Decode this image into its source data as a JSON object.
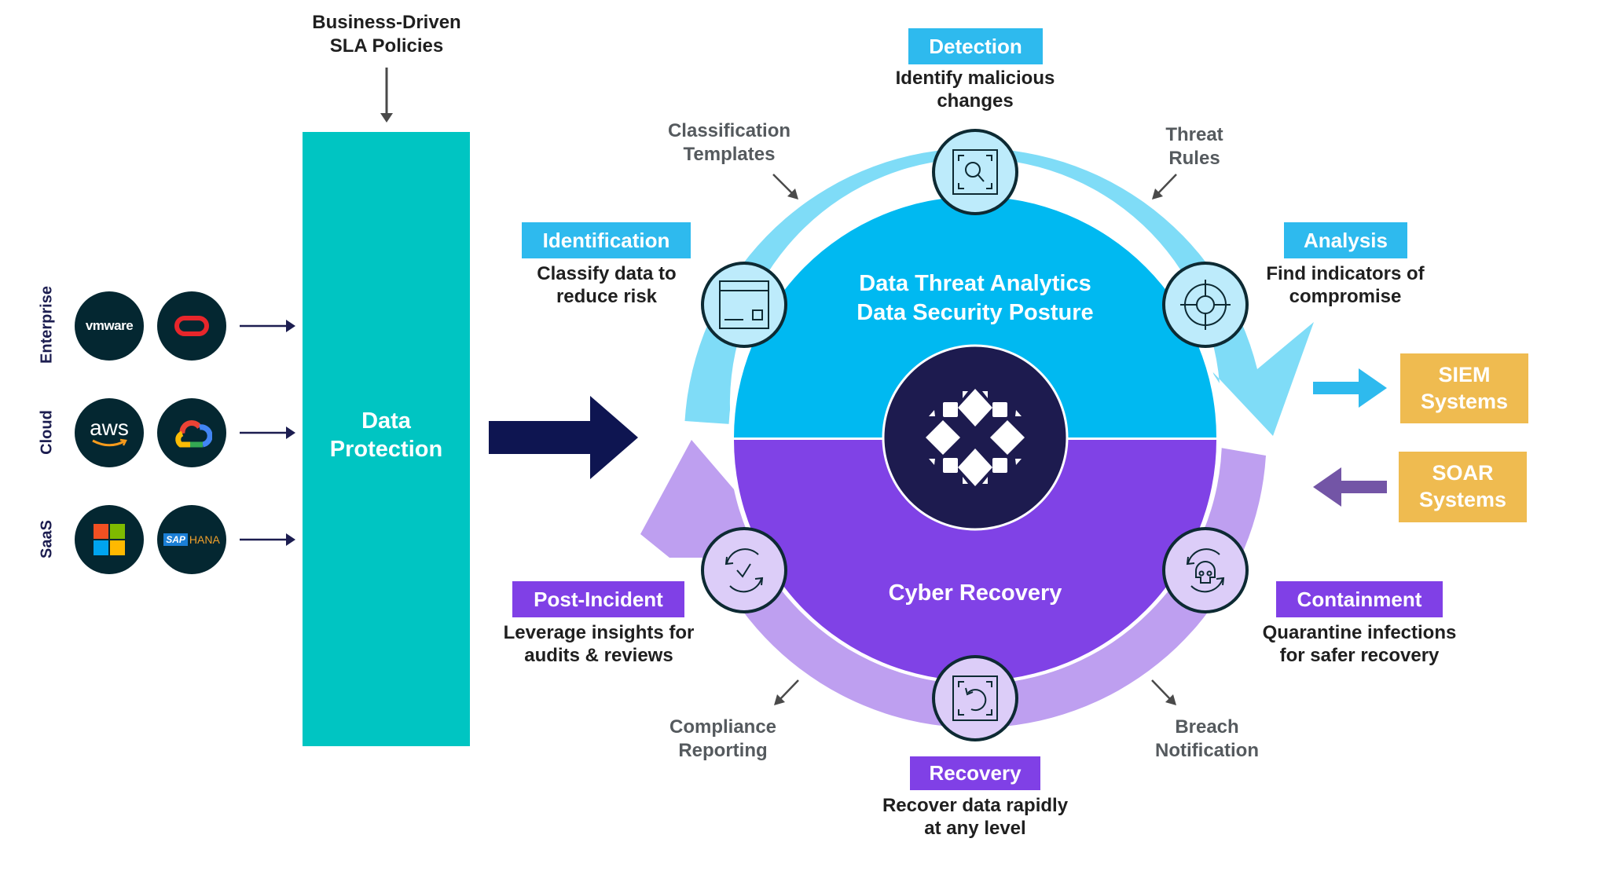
{
  "policy": {
    "line1": "Business-Driven",
    "line2": "SLA Policies"
  },
  "data_protection": {
    "line1": "Data",
    "line2": "Protection",
    "color": "#00c5c2"
  },
  "sources": [
    {
      "category": "Enterprise",
      "logos": [
        "vmware",
        "oracle"
      ],
      "vmware_text": "vmware"
    },
    {
      "category": "Cloud",
      "logos": [
        "aws",
        "google-cloud"
      ],
      "aws_text": "aws"
    },
    {
      "category": "SaaS",
      "logos": [
        "microsoft",
        "sap-hana"
      ],
      "sap_text": "SAP",
      "hana_text": "HANA"
    }
  ],
  "cycle": {
    "top_title_line1": "Data Threat Analytics",
    "top_title_line2": "Data Security Posture",
    "bottom_title": "Cyber Recovery",
    "top_color": "#00b9f1",
    "bottom_color": "#8042e6",
    "center_color": "#1d1b4f"
  },
  "stages": {
    "identification": {
      "tag": "Identification",
      "desc1": "Classify data to",
      "desc2": "reduce risk",
      "icon": "window-icon"
    },
    "detection": {
      "tag": "Detection",
      "desc1": "Identify malicious",
      "desc2": "changes",
      "icon": "search-frame-icon"
    },
    "analysis": {
      "tag": "Analysis",
      "desc1": "Find indicators of",
      "desc2": "compromise",
      "icon": "target-icon"
    },
    "containment": {
      "tag": "Containment",
      "desc1": "Quarantine infections",
      "desc2": "for safer recovery",
      "icon": "skull-cycle-icon"
    },
    "recovery": {
      "tag": "Recovery",
      "desc1": "Recover data rapidly",
      "desc2": "at any level",
      "icon": "restore-frame-icon"
    },
    "post_incident": {
      "tag": "Post-Incident",
      "desc1": "Leverage insights for",
      "desc2": "audits & reviews",
      "icon": "check-cycle-icon"
    }
  },
  "annotations": {
    "classification": {
      "line1": "Classification",
      "line2": "Templates"
    },
    "threat_rules": {
      "line1": "Threat",
      "line2": "Rules"
    },
    "compliance": {
      "line1": "Compliance",
      "line2": "Reporting"
    },
    "breach": {
      "line1": "Breach",
      "line2": "Notification"
    }
  },
  "integrations": {
    "siem": {
      "line1": "SIEM",
      "line2": "Systems"
    },
    "soar": {
      "line1": "SOAR",
      "line2": "Systems"
    },
    "color": "#efbb50"
  }
}
